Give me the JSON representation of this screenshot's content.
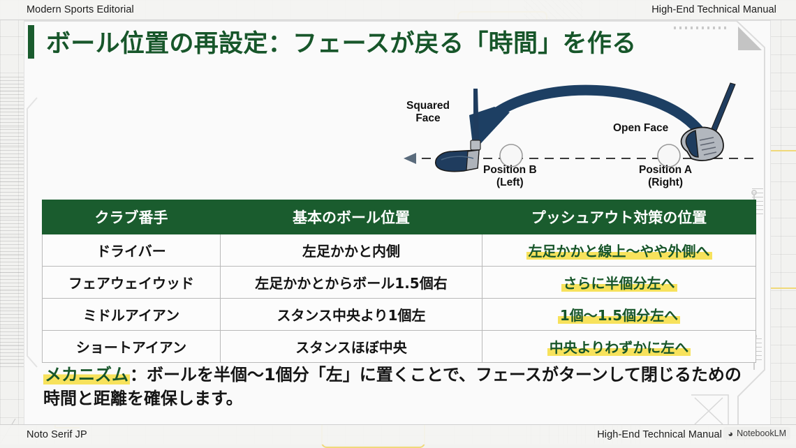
{
  "header": {
    "left_label": "Modern Sports Editorial",
    "right_label": "High-End Technical Manual"
  },
  "footer": {
    "left_label": "Noto Serif JP",
    "right_label": "High-End Technical Manual",
    "watermark": "NotebookLM",
    "watermark_icon": "notebooklm-logo-icon"
  },
  "slide": {
    "title": "ボール位置の再設定：フェースが戻る「時間」を作る",
    "accent_green": "#17562a",
    "highlight_yellow": "#f7e25c"
  },
  "diagram": {
    "name": "golf-ball-position-diagram",
    "labels": {
      "squared_face": "Squared\nFace",
      "squared_face_line1": "Squared",
      "squared_face_line2": "Face",
      "open_face": "Open Face",
      "position_b_line1": "Position B",
      "position_b_line2": "(Left)",
      "position_a_line1": "Position A",
      "position_a_line2": "(Right)"
    },
    "arrow_color": "#1d3f63",
    "club_color": "#1f3c5e"
  },
  "table": {
    "headers": [
      "クラブ番手",
      "基本のボール位置",
      "プッシュアウト対策の位置"
    ],
    "rows": [
      {
        "club": "ドライバー",
        "basic": "左足かかと内側",
        "fix": "左足かかと線上〜やや外側へ"
      },
      {
        "club": "フェアウェイウッド",
        "basic": "左足かかとからボール1.5個右",
        "fix": "さらに半個分左へ"
      },
      {
        "club": "ミドルアイアン",
        "basic": "スタンス中央より1個左",
        "fix": "1個〜1.5個分左へ"
      },
      {
        "club": "ショートアイアン",
        "basic": "スタンスほぼ中央",
        "fix": "中央よりわずかに左へ"
      }
    ]
  },
  "note": {
    "tag": "メカニズム",
    "body": "：ボールを半個〜1個分「左」に置くことで、フェースがターンして閉じるための時間と距離を確保します。"
  }
}
